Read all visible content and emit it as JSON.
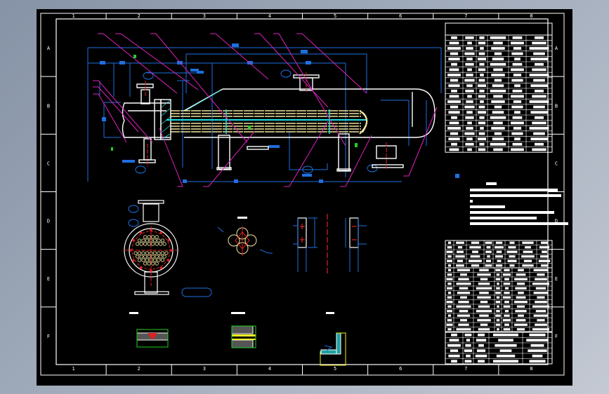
{
  "drawing": {
    "type": "CAD assembly drawing",
    "subject": "U-tube shell-and-tube heat exchanger",
    "background_color": "#000000",
    "frame_color": "#ffffff"
  },
  "border": {
    "columns": [
      "1",
      "2",
      "3",
      "4",
      "5",
      "6",
      "7",
      "8"
    ],
    "rows": [
      "A",
      "B",
      "C",
      "D",
      "E",
      "F"
    ]
  },
  "colors": {
    "outline": "#ffffff",
    "dimension": "#1e6fe0",
    "leader": "#e020c0",
    "centerline": "#e02020",
    "tube": "#f2e6a0",
    "highlight": "#20e0e0",
    "hatch_green": "#20d020",
    "hatch_yellow": "#f0f020"
  },
  "views": {
    "main": "main-elevation-view",
    "section": "cross-section-view",
    "tube_layout": "tube-pitch-detail",
    "saddles": "saddle-support-details",
    "welds": [
      "weld-detail-1",
      "weld-detail-2",
      "weld-detail-3"
    ]
  },
  "panels": {
    "title_block": "title-block",
    "technical_data_table": "design-data-table",
    "technical_notes": "technical-requirements-notes",
    "nozzle_table": "nozzle-table",
    "parts_list": "parts-list"
  },
  "notes_count": 7,
  "parts_rows": 13,
  "nozzle_rows": 5
}
